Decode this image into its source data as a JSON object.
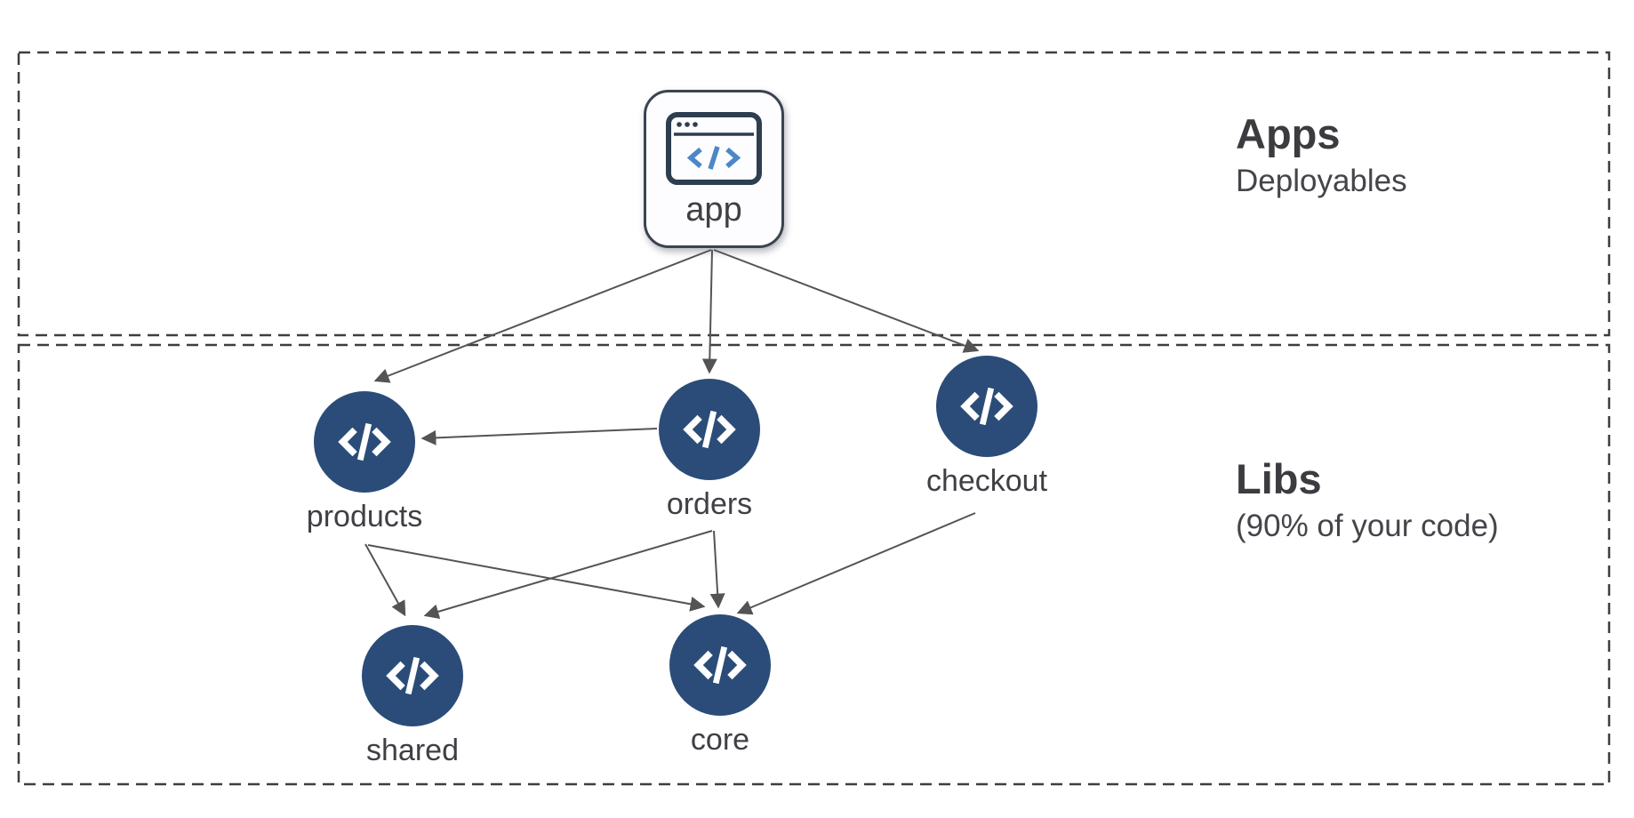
{
  "diagram": {
    "sections": {
      "apps": {
        "title": "Apps",
        "subtitle": "Deployables"
      },
      "libs": {
        "title": "Libs",
        "subtitle": "(90% of your code)"
      }
    },
    "nodes": {
      "app": {
        "label": "app",
        "kind": "application",
        "icon": "browser-code-icon"
      },
      "products": {
        "label": "products",
        "kind": "library",
        "icon": "code-icon"
      },
      "orders": {
        "label": "orders",
        "kind": "library",
        "icon": "code-icon"
      },
      "checkout": {
        "label": "checkout",
        "kind": "library",
        "icon": "code-icon"
      },
      "shared": {
        "label": "shared",
        "kind": "library",
        "icon": "code-icon"
      },
      "core": {
        "label": "core",
        "kind": "library",
        "icon": "code-icon"
      }
    },
    "edges": [
      {
        "from": "app",
        "to": "products"
      },
      {
        "from": "app",
        "to": "orders"
      },
      {
        "from": "app",
        "to": "checkout"
      },
      {
        "from": "orders",
        "to": "products"
      },
      {
        "from": "products",
        "to": "shared"
      },
      {
        "from": "products",
        "to": "core"
      },
      {
        "from": "orders",
        "to": "shared"
      },
      {
        "from": "orders",
        "to": "core"
      },
      {
        "from": "checkout",
        "to": "core"
      }
    ],
    "colors": {
      "library_node_fill": "#2b4c78",
      "arrow": "#545454",
      "section_border": "#3e3e3e",
      "text": "#3f4045",
      "app_icon_outline": "#2d3e50",
      "app_icon_code_blue": "#4d87c7"
    }
  }
}
